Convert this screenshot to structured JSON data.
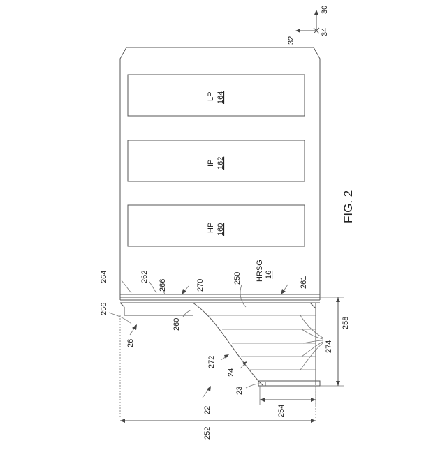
{
  "figure": {
    "title": "FIG. 2"
  },
  "axes": {
    "a": "30",
    "b": "32",
    "c": "34"
  },
  "modules": [
    {
      "name": "LP",
      "num": "164"
    },
    {
      "name": "IP",
      "num": "162"
    },
    {
      "name": "HP",
      "num": "160"
    }
  ],
  "hrsg": {
    "name": "HRSG",
    "num": "16"
  },
  "refs": {
    "r264": "264",
    "r262": "262",
    "r266": "266",
    "r270": "270",
    "r250": "250",
    "r261": "261",
    "r256": "256",
    "r260": "260",
    "r26": "26",
    "r258": "258",
    "r274": "274",
    "r272": "272",
    "r24": "24",
    "r23": "23",
    "r22": "22",
    "r254": "254",
    "r252": "252"
  }
}
